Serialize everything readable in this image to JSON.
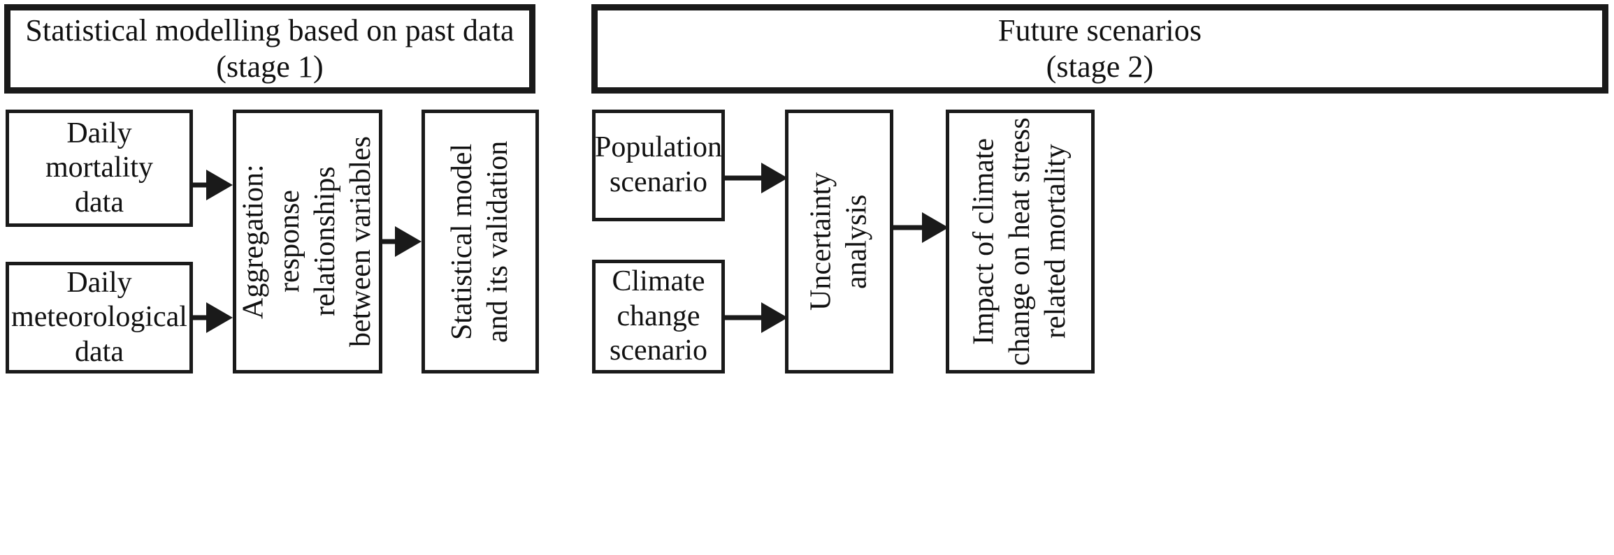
{
  "figure": {
    "type": "flowchart",
    "orientation": "left-to-right",
    "panels": [
      {
        "id": "stage-1",
        "header": "Statistical modelling based on past data\n(stage 1)",
        "nodes": [
          {
            "id": "daily-mortality-data",
            "label": "Daily\nmortality\ndata",
            "orientation": "horizontal"
          },
          {
            "id": "daily-meteorological-data",
            "label": "Daily\nmeteorological\ndata",
            "orientation": "horizontal"
          },
          {
            "id": "aggregation",
            "label": "Aggregation:\nresponse\nrelationships\nbetween variables",
            "orientation": "vertical"
          },
          {
            "id": "statistical-model",
            "label": "Statistical model\nand its validation",
            "orientation": "vertical"
          }
        ],
        "edges": [
          {
            "from": "daily-mortality-data",
            "to": "aggregation"
          },
          {
            "from": "daily-meteorological-data",
            "to": "aggregation"
          },
          {
            "from": "aggregation",
            "to": "statistical-model"
          }
        ]
      },
      {
        "id": "stage-2",
        "header": "Future scenarios\n(stage 2)",
        "nodes": [
          {
            "id": "population-scenario",
            "label": "Population\nscenario",
            "orientation": "horizontal"
          },
          {
            "id": "climate-change-scenario",
            "label": "Climate\nchange\nscenario",
            "orientation": "horizontal"
          },
          {
            "id": "uncertainty-analysis",
            "label": "Uncertainty\nanalysis",
            "orientation": "vertical"
          },
          {
            "id": "impact-of-climate-change",
            "label": "Impact of climate\nchange on heat stress\nrelated mortality",
            "orientation": "vertical"
          }
        ],
        "edges": [
          {
            "from": "population-scenario",
            "to": "uncertainty-analysis"
          },
          {
            "from": "climate-change-scenario",
            "to": "uncertainty-analysis"
          },
          {
            "from": "uncertainty-analysis",
            "to": "impact-of-climate-change"
          }
        ]
      }
    ]
  },
  "stage1": {
    "header": "Statistical modelling based on past data\n(stage 1)",
    "daily_mortality": "Daily\nmortality\ndata",
    "daily_meteorological": "Daily\nmeteorological\ndata",
    "aggregation": "Aggregation:\nresponse\nrelationships\nbetween variables",
    "statistical_model": "Statistical model\nand its validation"
  },
  "stage2": {
    "header": "Future scenarios\n(stage 2)",
    "population_scenario": "Population\nscenario",
    "climate_change_scenario": "Climate\nchange\nscenario",
    "uncertainty_analysis": "Uncertainty\nanalysis",
    "impact": "Impact of climate\nchange on heat stress\nrelated mortality"
  },
  "colors": {
    "stroke": "#1a1a1a",
    "background": "#ffffff",
    "text": "#111111"
  }
}
